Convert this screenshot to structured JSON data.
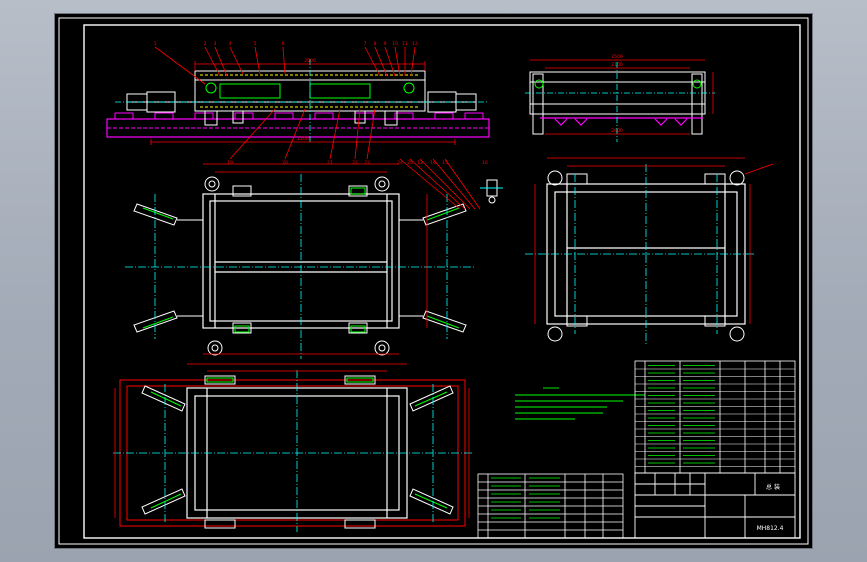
{
  "colors": {
    "paper": "#000000",
    "frame_outer": "#ffffff",
    "frame_inner": "#ffffff",
    "outline": "#ffffff",
    "dimension": "#ff0000",
    "centerline": "#00ffff",
    "annotation": "#00ff00",
    "rail": "#ff00ff",
    "leader": "#ff0000",
    "hidden": "#ffff00"
  },
  "drawing": {
    "drawing_number": "MH812.4",
    "title_cell": "总 装"
  },
  "dimensions": {
    "top_frame_width": "2500",
    "front_view_span": "2200",
    "side_view_width": "2500",
    "side_view_inner": "2100",
    "side_view_rail": "2600"
  },
  "leaders": {
    "top": [
      "1",
      "2",
      "3",
      "4",
      "5",
      "6",
      "7",
      "8",
      "9",
      "10",
      "11",
      "12"
    ],
    "plan": [
      "19",
      "20",
      "21",
      "22",
      "23",
      "24",
      "25",
      "13",
      "14",
      "15",
      "16"
    ]
  }
}
